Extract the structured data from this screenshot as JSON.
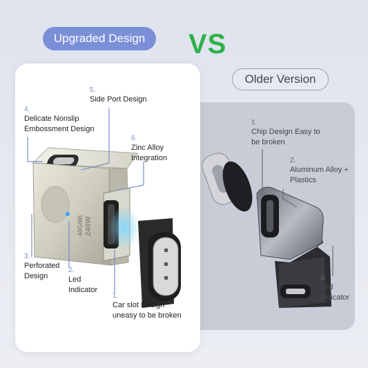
{
  "header": {
    "upgraded": "Upgraded Design",
    "vs": "VS",
    "older": "Older Version"
  },
  "product_print": {
    "spec": "40G/8K",
    "power": "240W"
  },
  "upgraded_features": [
    {
      "num": "5.",
      "text": "Side Port Design"
    },
    {
      "num": "4.",
      "text": "Delicate Nonslip Embossment Design"
    },
    {
      "num": "6.",
      "text": "Zinc Alloy Integration"
    },
    {
      "num": "3.",
      "text": "Perforated Design"
    },
    {
      "num": "2.",
      "text": "Led Indicator"
    },
    {
      "num": "1.",
      "text": "Car slot Design uneasy to be broken"
    }
  ],
  "older_features": [
    {
      "num": "1.",
      "text": "Chip Design Easy to be broken"
    },
    {
      "num": "2.",
      "text": "Aluminum Alloy + Plastics"
    },
    {
      "num": "3.",
      "text": "Led Indicator"
    }
  ],
  "colors": {
    "accent_pill": "#7b8fd8",
    "vs_green": "#2fb04a",
    "number_blue": "#7a8cc8"
  }
}
